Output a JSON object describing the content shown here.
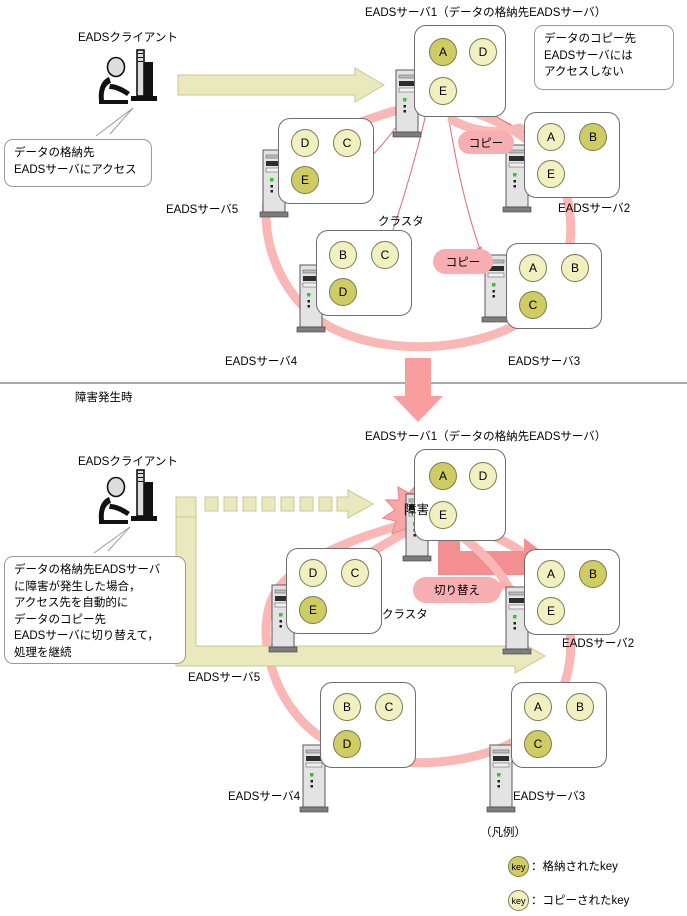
{
  "diagram": {
    "title_top": "EADSサーバ1（データの格納先EADSサーバ）",
    "title_bottom": "EADSサーバ1（データの格納先EADSサーバ）",
    "client_label_top": "EADSクライアント",
    "client_label_bottom": "EADSクライアント",
    "cluster_label_top": "クラスタ",
    "cluster_label_bottom": "クラスタ",
    "failure_section_label": "障害発生時",
    "failure_burst_label": "障害",
    "switch_label": "切り替え",
    "copy_label_1": "コピー",
    "copy_label_2": "コピー"
  },
  "callouts": {
    "top_left": "データの格納先\nEADSサーバにアクセス",
    "top_right": "データのコピー先\nEADSサーバには\nアクセスしない",
    "bottom_left": "データの格納先EADSサーバ\nに障害が発生した場合，\nアクセス先を自動的に\nデータのコピー先\nEADSサーバに切り替えて，\n処理を継続"
  },
  "top_servers": [
    {
      "name": "EADSサーバ1",
      "label": "",
      "keys": [
        {
          "id": "A",
          "type": "stored"
        },
        {
          "id": "D",
          "type": "copied"
        },
        {
          "id": "E",
          "type": "copied"
        }
      ]
    },
    {
      "name": "EADSサーバ2",
      "label": "EADSサーバ2",
      "keys": [
        {
          "id": "A",
          "type": "copied"
        },
        {
          "id": "B",
          "type": "stored"
        },
        {
          "id": "E",
          "type": "copied"
        }
      ]
    },
    {
      "name": "EADSサーバ3",
      "label": "EADSサーバ3",
      "keys": [
        {
          "id": "A",
          "type": "copied"
        },
        {
          "id": "B",
          "type": "copied"
        },
        {
          "id": "C",
          "type": "stored"
        }
      ]
    },
    {
      "name": "EADSサーバ4",
      "label": "EADSサーバ4",
      "keys": [
        {
          "id": "B",
          "type": "copied"
        },
        {
          "id": "C",
          "type": "copied"
        },
        {
          "id": "D",
          "type": "stored"
        }
      ]
    },
    {
      "name": "EADSサーバ5",
      "label": "EADSサーバ5",
      "keys": [
        {
          "id": "D",
          "type": "copied"
        },
        {
          "id": "C",
          "type": "copied"
        },
        {
          "id": "E",
          "type": "stored"
        }
      ]
    }
  ],
  "bottom_servers": [
    {
      "name": "EADSサーバ1",
      "label": "",
      "keys": [
        {
          "id": "A",
          "type": "stored"
        },
        {
          "id": "D",
          "type": "copied"
        },
        {
          "id": "E",
          "type": "copied"
        }
      ]
    },
    {
      "name": "EADSサーバ2",
      "label": "EADSサーバ2",
      "keys": [
        {
          "id": "A",
          "type": "copied"
        },
        {
          "id": "B",
          "type": "stored"
        },
        {
          "id": "E",
          "type": "copied"
        }
      ]
    },
    {
      "name": "EADSサーバ3",
      "label": "EADSサーバ3",
      "keys": [
        {
          "id": "A",
          "type": "copied"
        },
        {
          "id": "B",
          "type": "copied"
        },
        {
          "id": "C",
          "type": "stored"
        }
      ]
    },
    {
      "name": "EADSサーバ4",
      "label": "EADSサーバ4",
      "keys": [
        {
          "id": "B",
          "type": "copied"
        },
        {
          "id": "C",
          "type": "copied"
        },
        {
          "id": "D",
          "type": "stored"
        }
      ]
    },
    {
      "name": "EADSサーバ5",
      "label": "EADSサーバ5",
      "keys": [
        {
          "id": "D",
          "type": "copied"
        },
        {
          "id": "C",
          "type": "copied"
        },
        {
          "id": "E",
          "type": "stored"
        }
      ]
    }
  ],
  "legend": {
    "heading": "（凡例）",
    "items": [
      {
        "key_text": "key",
        "type": "stored",
        "desc": "：格納されたkey"
      },
      {
        "key_text": "key",
        "type": "copied",
        "desc": "：コピーされたkey"
      }
    ]
  },
  "colors": {
    "key_stored": "#cfcc63",
    "key_copied": "#f1f0c0",
    "pink": "#f6aeb0",
    "pink_line": "#e06b74",
    "yellow_arrow": "#eae9bd",
    "yellow_arrow_border": "#c9c88e",
    "server_body": "#e0e0e0",
    "server_base": "#808080",
    "box_border": "#6d6d6d"
  }
}
